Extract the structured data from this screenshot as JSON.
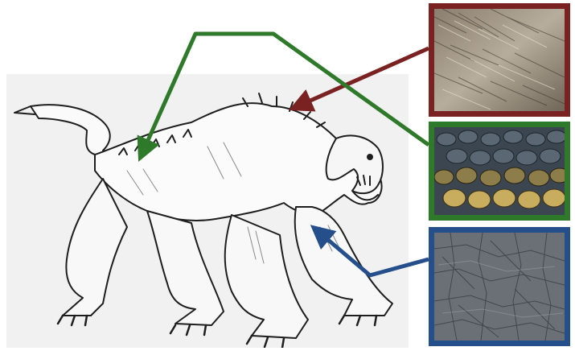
{
  "colors": {
    "fur": "#7a2222",
    "scales": "#2e7a2a",
    "skin": "#244f8a",
    "sketch_background": "#f1f1f1",
    "ink": "#1e1e1e"
  },
  "textures": [
    {
      "id": "fur",
      "description_icon": "fur-texture-icon"
    },
    {
      "id": "scales",
      "description_icon": "scales-texture-icon"
    },
    {
      "id": "skin",
      "description_icon": "cracked-skin-texture-icon"
    }
  ]
}
